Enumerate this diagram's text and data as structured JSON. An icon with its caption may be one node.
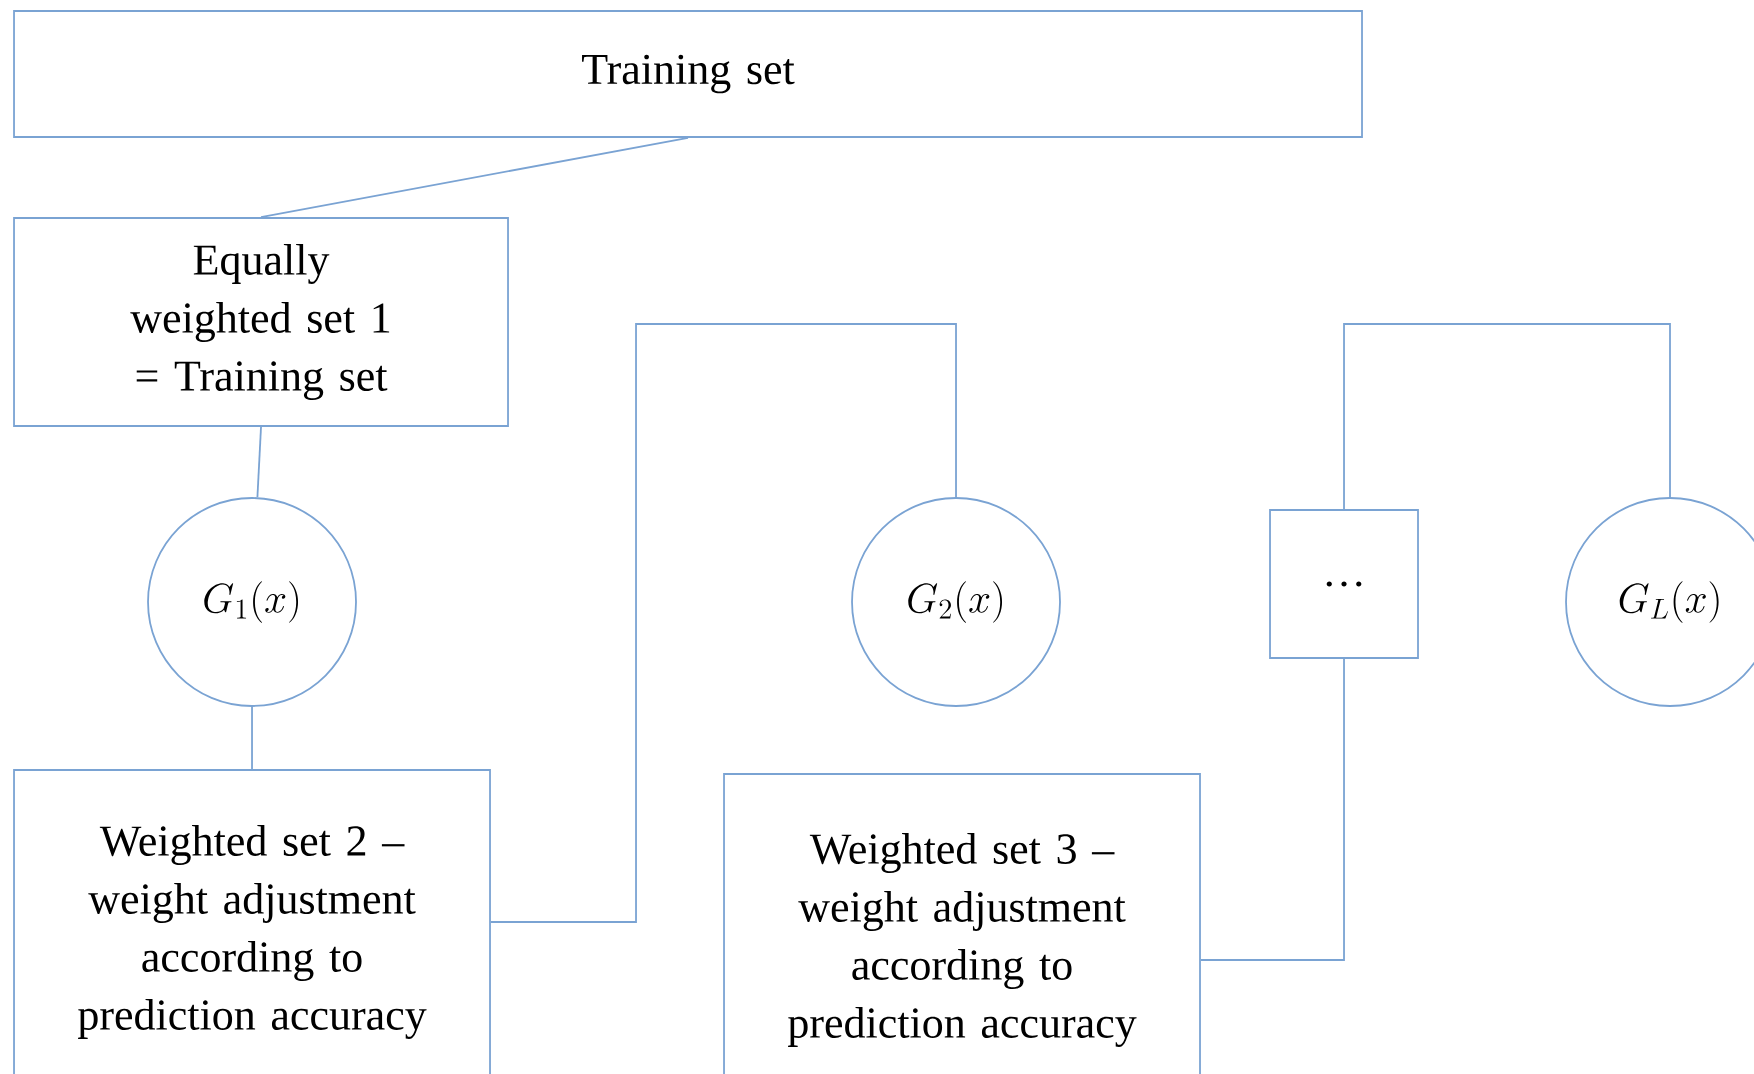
{
  "diagram": {
    "nodes": [
      {
        "text": [
          "Training set"
        ]
      },
      {
        "text": [
          "Equally weighted set 1 = Training set"
        ]
      },
      {
        "text": [
          "G_1(x)"
        ]
      },
      {
        "text": [
          "Weighted set 2 – weight adjustment according to prediction accuracy"
        ]
      },
      {
        "text": [
          "G_2(x)"
        ]
      },
      {
        "text": [
          "Weighted set 3 – weight adjustment according to prediction accuracy"
        ]
      },
      {
        "text": [
          "…"
        ]
      },
      {
        "text": [
          "G_L(x)"
        ]
      }
    ],
    "edges": [
      {
        "from": 0,
        "to": 1,
        "arrow": "none"
      },
      {
        "from": 1,
        "to": 2,
        "arrow": "none"
      },
      {
        "from": 2,
        "to": 3,
        "arrow": "none"
      },
      {
        "from": 3,
        "to": 4,
        "arrow": "none"
      },
      {
        "from": 5,
        "to": 6,
        "arrow": "none"
      },
      {
        "from": 6,
        "to": 7,
        "arrow": "none"
      }
    ]
  }
}
